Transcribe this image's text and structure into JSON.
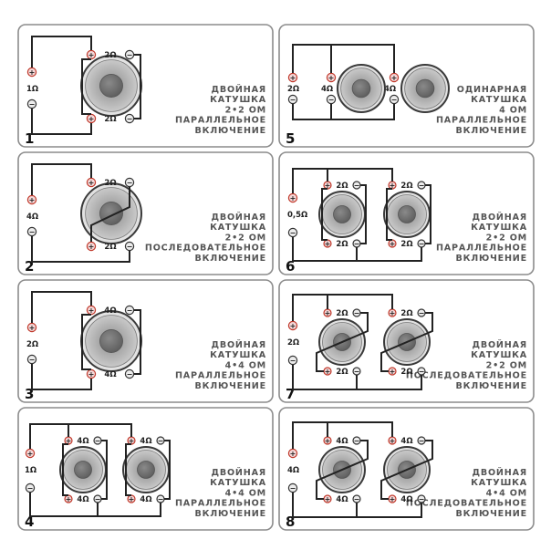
{
  "symbols": {
    "plus": "+",
    "minus": "−"
  },
  "panels": [
    {
      "number": "1",
      "amp_ohm": "1Ω",
      "desc": [
        "ДВОЙНАЯ",
        "КАТУШКА",
        "2•2 ОМ",
        "ПАРАЛЛЕЛЬНОЕ",
        "ВКЛЮЧЕНИЕ"
      ],
      "speakers": [
        {
          "top_label": "2Ω",
          "bottom_label": "2Ω"
        }
      ]
    },
    {
      "number": "2",
      "amp_ohm": "4Ω",
      "desc": [
        "ДВОЙНАЯ",
        "КАТУШКА",
        "2•2 ОМ",
        "ПОСЛЕДОВАТЕЛЬНОЕ",
        "ВКЛЮЧЕНИЕ"
      ],
      "speakers": [
        {
          "top_label": "2Ω",
          "bottom_label": "2Ω"
        }
      ]
    },
    {
      "number": "3",
      "amp_ohm": "2Ω",
      "desc": [
        "ДВОЙНАЯ",
        "КАТУШКА",
        "4•4 ОМ",
        "ПАРАЛЛЕЛЬНОЕ",
        "ВКЛЮЧЕНИЕ"
      ],
      "speakers": [
        {
          "top_label": "4Ω",
          "bottom_label": "4Ω"
        }
      ]
    },
    {
      "number": "4",
      "amp_ohm": "1Ω",
      "desc": [
        "ДВОЙНАЯ",
        "КАТУШКА",
        "4•4 ОМ",
        "ПАРАЛЛЕЛЬНОЕ",
        "ВКЛЮЧЕНИЕ"
      ],
      "speakers": [
        {
          "top_label": "4Ω",
          "bottom_label": "4Ω"
        },
        {
          "top_label": "4Ω",
          "bottom_label": "4Ω"
        }
      ]
    },
    {
      "number": "5",
      "amp_ohm": "2Ω",
      "desc": [
        "ОДИНАРНАЯ",
        "КАТУШКА",
        "4 ОМ",
        "ПАРАЛЛЕЛЬНОЕ",
        "ВКЛЮЧЕНИЕ"
      ],
      "speakers": [
        {
          "side_label": "4Ω"
        },
        {
          "side_label": "4Ω"
        }
      ]
    },
    {
      "number": "6",
      "amp_ohm": "0,5Ω",
      "desc": [
        "ДВОЙНАЯ",
        "КАТУШКА",
        "2•2 ОМ",
        "ПАРАЛЛЕЛЬНОЕ",
        "ВКЛЮЧЕНИЕ"
      ],
      "speakers": [
        {
          "top_label": "2Ω",
          "bottom_label": "2Ω"
        },
        {
          "top_label": "2Ω",
          "bottom_label": "2Ω"
        }
      ]
    },
    {
      "number": "7",
      "amp_ohm": "2Ω",
      "desc": [
        "ДВОЙНАЯ",
        "КАТУШКА",
        "2•2 ОМ",
        "ПОСЛЕДОВАТЕЛЬНОЕ",
        "ВКЛЮЧЕНИЕ"
      ],
      "speakers": [
        {
          "top_label": "2Ω",
          "bottom_label": "2Ω"
        },
        {
          "top_label": "2Ω",
          "bottom_label": "2Ω"
        }
      ]
    },
    {
      "number": "8",
      "amp_ohm": "4Ω",
      "desc": [
        "ДВОЙНАЯ",
        "КАТУШКА",
        "4•4 ОМ",
        "ПОСЛЕДОВАТЕЛЬНОЕ",
        "ВКЛЮЧЕНИЕ"
      ],
      "speakers": [
        {
          "top_label": "4Ω",
          "bottom_label": "4Ω"
        },
        {
          "top_label": "4Ω",
          "bottom_label": "4Ω"
        }
      ]
    }
  ]
}
